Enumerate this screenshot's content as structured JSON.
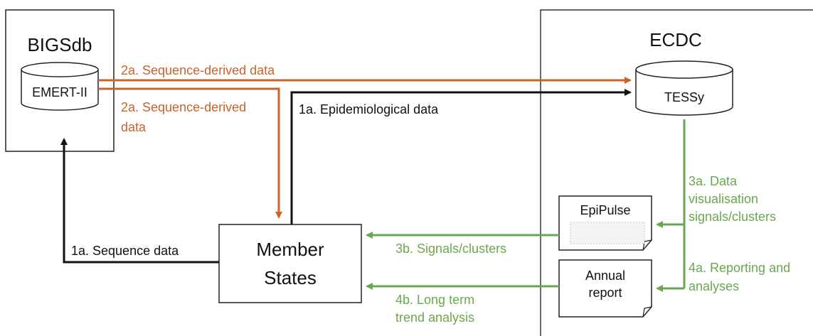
{
  "nodes": {
    "bigsdb": {
      "title": "BIGSdb",
      "db": "EMERT-II"
    },
    "ecdc": {
      "title": "ECDC",
      "db": "TESSy",
      "epipulse": "EpiPulse",
      "annual_report_line1": "Annual",
      "annual_report_line2": "report"
    },
    "member_states": {
      "line1": "Member",
      "line2": "States"
    }
  },
  "flows": {
    "f2a_top": "2a. Sequence-derived data",
    "f2a_mid_line1": "2a. Sequence-derived",
    "f2a_mid_line2": "data",
    "f1a_epi": "1a. Epidemiological data",
    "f1a_seq": "1a. Sequence data",
    "f3a_line1": "3a. Data",
    "f3a_line2": "visualisation",
    "f3a_line3": "signals/clusters",
    "f3b": "3b. Signals/clusters",
    "f4a_line1": "4a. Reporting and",
    "f4a_line2": "analyses",
    "f4b_line1": "4b. Long term",
    "f4b_line2": "trend analysis"
  },
  "colors": {
    "orange": "#c8642a",
    "black": "#111111",
    "green": "#6aa84f"
  }
}
